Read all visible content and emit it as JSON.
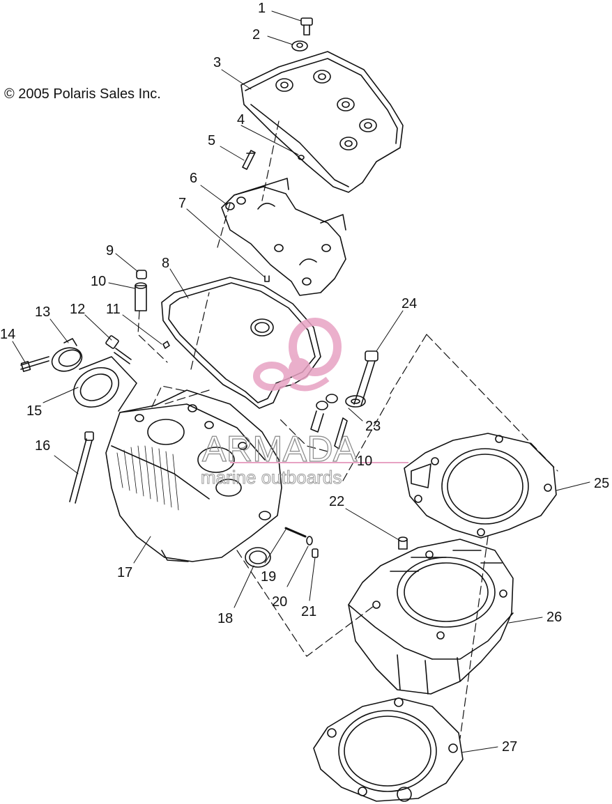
{
  "copyright": "© 2005 Polaris Sales Inc.",
  "watermark": {
    "brand": "ARMADA",
    "tagline": "marine outboards",
    "logo_color": "#e7a2c3"
  },
  "callouts": [
    "1",
    "2",
    "3",
    "4",
    "5",
    "6",
    "7",
    "8",
    "9",
    "10",
    "11",
    "12",
    "13",
    "14",
    "15",
    "16",
    "17",
    "18",
    "19",
    "20",
    "21",
    "22",
    "23",
    "10",
    "24",
    "25",
    "26",
    "27"
  ],
  "colors": {
    "line": "#111111",
    "background": "#ffffff"
  }
}
